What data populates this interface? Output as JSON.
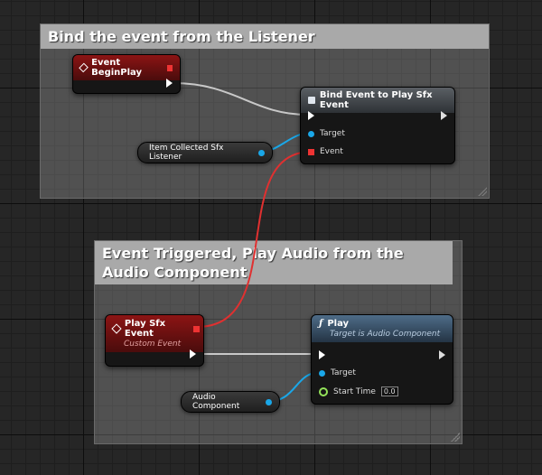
{
  "comments": [
    {
      "title": "Bind the event from the Listener"
    },
    {
      "title": "Event Triggered, Play Audio from the Audio Component"
    }
  ],
  "nodes": {
    "begin_play": {
      "title": "Event BeginPlay"
    },
    "bind_event": {
      "title": "Bind Event to Play Sfx Event",
      "pins": {
        "target": "Target",
        "event": "Event"
      }
    },
    "play_sfx_event": {
      "title": "Play Sfx Event",
      "subtitle": "Custom Event"
    },
    "play": {
      "title": "Play",
      "subtitle": "Target is Audio Component",
      "pins": {
        "target": "Target",
        "start_time": "Start Time"
      },
      "start_time_value": "0.0"
    }
  },
  "variables": {
    "listener": "Item Collected Sfx Listener",
    "audio_component": "Audio Component"
  },
  "colors": {
    "exec_wire": "#c8c8c8",
    "object_wire": "#1aa7e8",
    "delegate_wire": "#e03030"
  }
}
